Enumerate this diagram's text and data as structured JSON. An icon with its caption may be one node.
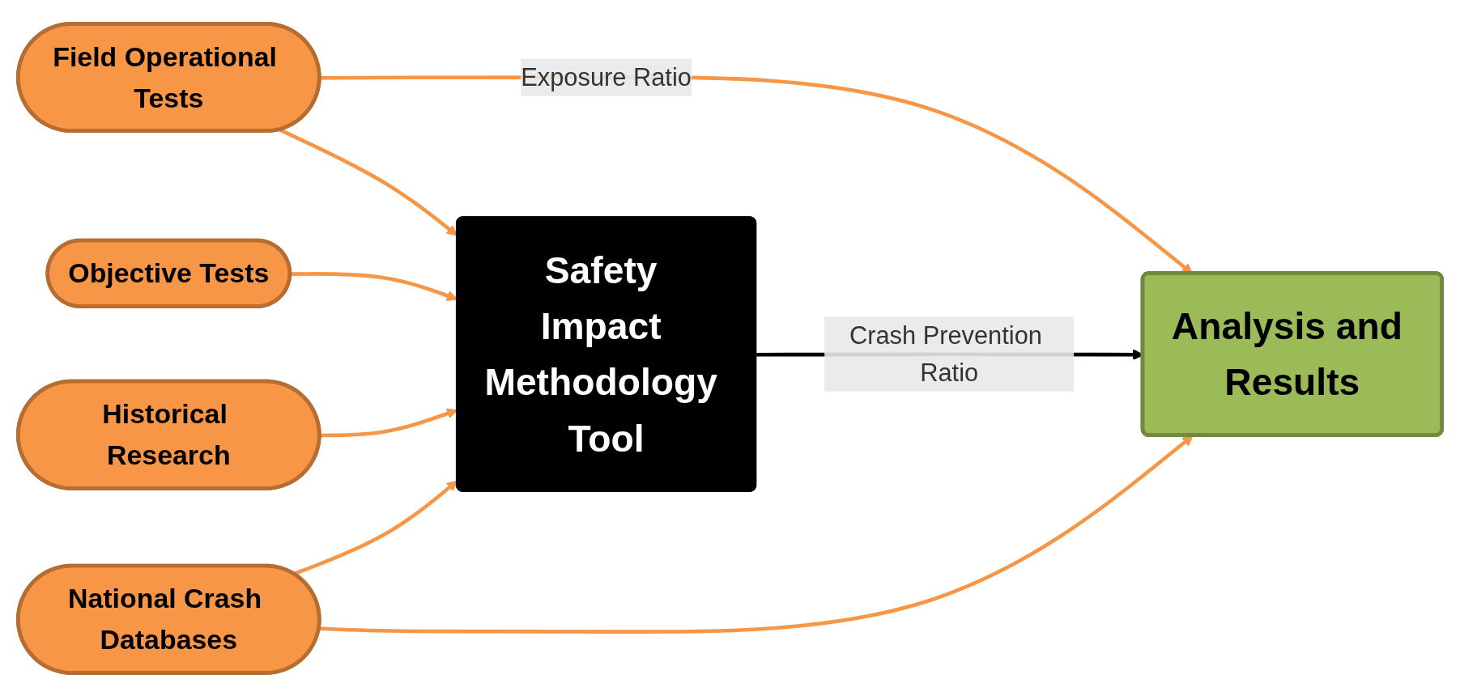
{
  "diagram": {
    "nodes": [
      {
        "text": [
          "Field Operational Tests"
        ]
      },
      {
        "text": [
          "Objective Tests"
        ]
      },
      {
        "text": [
          "Historical Research"
        ]
      },
      {
        "text": [
          "Safety Impact Methodology Tool"
        ]
      },
      {
        "text": [
          "Analysis and Results"
        ]
      },
      {
        "text": [
          "National Crash Databases"
        ]
      }
    ],
    "edges": [
      {
        "from": 0,
        "to": 3,
        "arrow": "to"
      },
      {
        "from": 0,
        "to": 4,
        "arrow": "to",
        "label": "Exposure Ratio"
      },
      {
        "from": 1,
        "to": 3,
        "arrow": "to"
      },
      {
        "from": 2,
        "to": 3,
        "arrow": "to"
      },
      {
        "from": 3,
        "to": 4,
        "arrow": "to",
        "label": "Crash Prevention Ratio",
        "color": "#000000"
      },
      {
        "from": 5,
        "to": 3,
        "arrow": "to"
      },
      {
        "from": 5,
        "to": 4,
        "arrow": "to"
      }
    ]
  }
}
